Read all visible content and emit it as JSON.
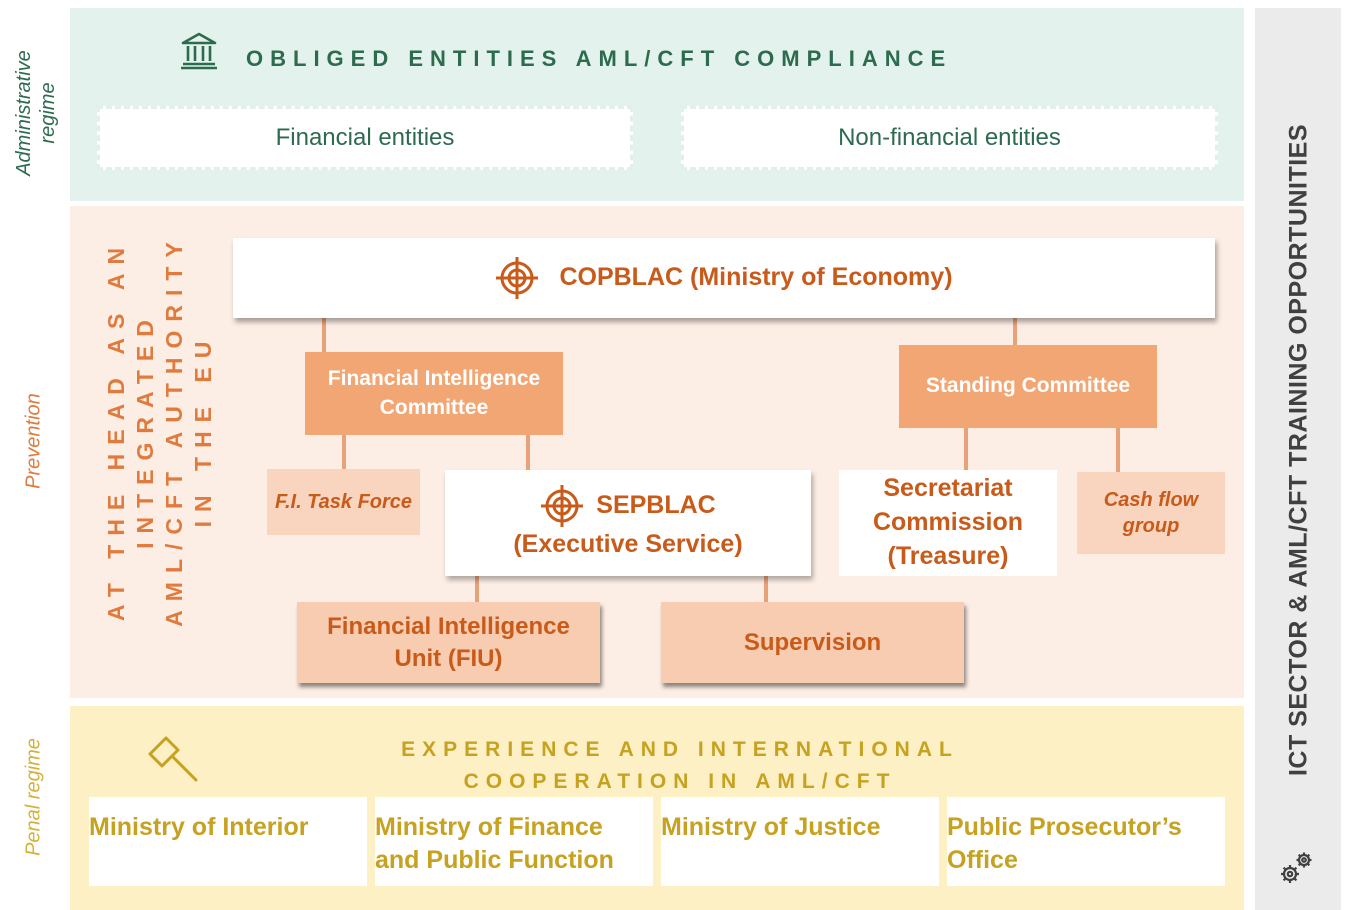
{
  "side_labels": {
    "administrative": "Administrative regime",
    "administrative_line1": "Administrative",
    "administrative_line2": "regime",
    "prevention": "Prevention",
    "penal": "Penal regime"
  },
  "administrative": {
    "title": "OBLIGED ENTITIES AML/CFT COMPLIANCE",
    "icon": "bank-icon",
    "entities": [
      "Financial entities",
      "Non-financial entities"
    ]
  },
  "prevention": {
    "vertical_title_lines": [
      "AT THE HEAD AS AN",
      "INTEGRATED",
      "AML/CFT AUTHORITY",
      "IN THE EU"
    ],
    "copblac": "COPBLAC (Ministry of Economy)",
    "fic_line1": "Financial Intelligence",
    "fic_line2": "Committee",
    "standing_committee": "Standing Committee",
    "fi_task_force": "F.I. Task Force",
    "sepblac_line1": "SEPBLAC",
    "sepblac_line2": "(Executive Service)",
    "secretariat_line1": "Secretariat",
    "secretariat_line2": "Commission",
    "secretariat_line3": "(Treasure)",
    "cash_flow_line1": "Cash flow",
    "cash_flow_line2": "group",
    "fiu_line1": "Financial Intelligence",
    "fiu_line2": "Unit (FIU)",
    "supervision": "Supervision",
    "target_icon": "target-icon"
  },
  "penal": {
    "title_line1": "EXPERIENCE AND INTERNATIONAL",
    "title_line2": "COOPERATION IN AML/CFT",
    "icon": "gavel-icon",
    "ministries": [
      {
        "line1": "Ministry of Interior",
        "line2": ""
      },
      {
        "line1": "Ministry of Finance",
        "line2": "and Public Function"
      },
      {
        "line1": "Ministry of Justice",
        "line2": ""
      },
      {
        "line1": "Public Prosecutor’s",
        "line2": "Office"
      }
    ]
  },
  "right_panel": {
    "title": "ICT SECTOR & AML/CFT TRAINING OPPORTUNITIES",
    "icon": "gears-icon"
  },
  "colors": {
    "admin_bg": "#e3f2ec",
    "admin_text": "#2d6b4f",
    "prevention_bg": "#fdeee5",
    "prevention_text": "#c85a1a",
    "penal_bg": "#fcf0c4",
    "penal_text": "#c7a120",
    "right_panel_bg": "#ebebeb",
    "right_panel_text": "#404040"
  }
}
